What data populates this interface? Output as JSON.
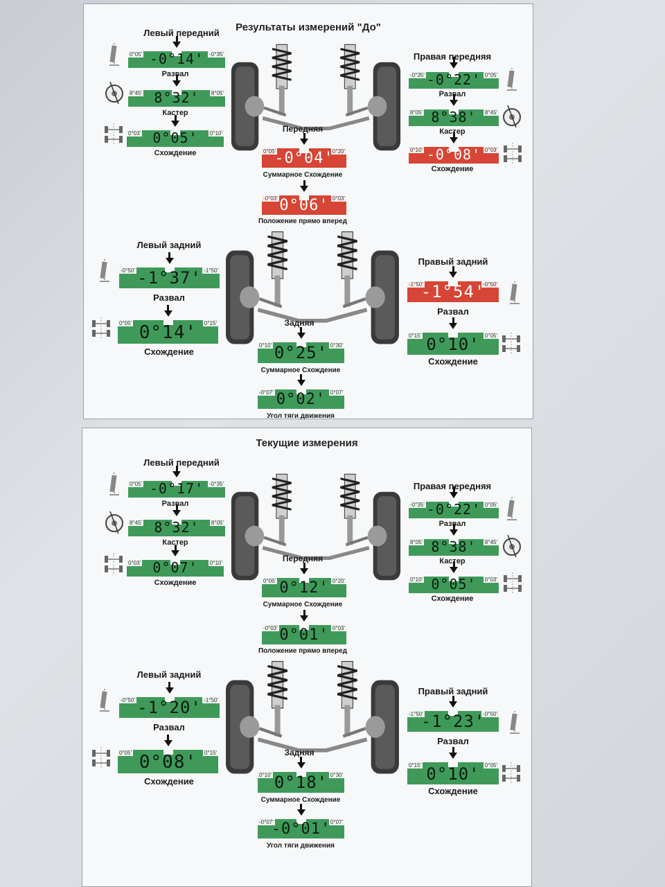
{
  "before": {
    "title": "Результаты измерений \"До\"",
    "front_label": "Передняя",
    "rear_label": "Задняя",
    "left_front": {
      "title": "Левый передний",
      "camber": {
        "min": "0°05'",
        "max": "-0°35'",
        "value": "-0°14'",
        "label": "Развал",
        "status": "ok"
      },
      "caster": {
        "min": "8°45'",
        "max": "8°05'",
        "value": "8°32'",
        "label": "Кастер",
        "status": "ok"
      },
      "toe": {
        "min": "0°03'",
        "max": "0°10'",
        "value": "0°05'",
        "label": "Схождение",
        "status": "ok"
      }
    },
    "right_front": {
      "title": "Правая передняя",
      "camber": {
        "min": "-0°35'",
        "max": "0°05'",
        "value": "-0°22'",
        "label": "Развал",
        "status": "ok"
      },
      "caster": {
        "min": "8°05'",
        "max": "8°45'",
        "value": "8°38'",
        "label": "Кастер",
        "status": "ok"
      },
      "toe": {
        "min": "0°10'",
        "max": "0°03'",
        "value": "-0°08'",
        "label": "Схождение",
        "status": "out"
      }
    },
    "front_total_toe": {
      "min": "0°05'",
      "max": "0°20'",
      "value": "-0°04'",
      "label": "Суммарное Схождение",
      "status": "out"
    },
    "straight_ahead": {
      "min": "-0°03'",
      "max": "0°03'",
      "value": "0°06'",
      "label": "Положение прямо вперед",
      "status": "out"
    },
    "left_rear": {
      "title": "Левый задний",
      "camber": {
        "min": "-0°50'",
        "max": "-1°50'",
        "value": "-1°37'",
        "label": "Развал",
        "status": "ok"
      },
      "toe": {
        "min": "0°05'",
        "max": "0°15'",
        "value": "0°14'",
        "label": "Схождение",
        "status": "ok"
      }
    },
    "right_rear": {
      "title": "Правый задний",
      "camber": {
        "min": "-1°50'",
        "max": "-0°50'",
        "value": "-1°54'",
        "label": "Развал",
        "status": "out"
      },
      "toe": {
        "min": "0°15'",
        "max": "0°05'",
        "value": "0°10'",
        "label": "Схождение",
        "status": "ok"
      }
    },
    "rear_total_toe": {
      "min": "0°10'",
      "max": "0°30'",
      "value": "0°25'",
      "label": "Суммарное Схождение",
      "status": "ok"
    },
    "thrust_angle": {
      "min": "-0°07'",
      "max": "0°07'",
      "value": "0°02'",
      "label": "Угол тяги движения",
      "status": "ok"
    }
  },
  "current": {
    "title": "Текущие измерения",
    "front_label": "Передняя",
    "rear_label": "Задняя",
    "left_front": {
      "title": "Левый передний",
      "camber": {
        "min": "0°05'",
        "max": "-0°35'",
        "value": "-0°17'",
        "label": "Развал",
        "status": "ok"
      },
      "caster": {
        "min": "8°45'",
        "max": "8°05'",
        "value": "8°32'",
        "label": "Кастер",
        "status": "ok"
      },
      "toe": {
        "min": "0°03'",
        "max": "0°10'",
        "value": "0°07'",
        "label": "Схождение",
        "status": "ok"
      }
    },
    "right_front": {
      "title": "Правая передняя",
      "camber": {
        "min": "-0°35'",
        "max": "0°05'",
        "value": "-0°22'",
        "label": "Развал",
        "status": "ok"
      },
      "caster": {
        "min": "8°05'",
        "max": "8°45'",
        "value": "8°38'",
        "label": "Кастер",
        "status": "ok"
      },
      "toe": {
        "min": "0°10'",
        "max": "0°03'",
        "value": "0°05'",
        "label": "Схождение",
        "status": "ok"
      }
    },
    "front_total_toe": {
      "min": "0°05'",
      "max": "0°20'",
      "value": "0°12'",
      "label": "Суммарное Схождение",
      "status": "ok"
    },
    "straight_ahead": {
      "min": "-0°03'",
      "max": "0°03'",
      "value": "0°01'",
      "label": "Положение прямо вперед",
      "status": "ok"
    },
    "left_rear": {
      "title": "Левый задний",
      "camber": {
        "min": "-0°50'",
        "max": "-1°50'",
        "value": "-1°20'",
        "label": "Развал",
        "status": "ok"
      },
      "toe": {
        "min": "0°05'",
        "max": "0°15'",
        "value": "0°08'",
        "label": "Схождение",
        "status": "ok"
      }
    },
    "right_rear": {
      "title": "Правый задний",
      "camber": {
        "min": "-1°50'",
        "max": "-0°50'",
        "value": "-1°23'",
        "label": "Развал",
        "status": "ok"
      },
      "toe": {
        "min": "0°15'",
        "max": "0°05'",
        "value": "0°10'",
        "label": "Схождение",
        "status": "ok"
      }
    },
    "rear_total_toe": {
      "min": "0°10'",
      "max": "0°30'",
      "value": "0°18'",
      "label": "Суммарное Схождение",
      "status": "ok"
    },
    "thrust_angle": {
      "min": "-0°07'",
      "max": "0°07'",
      "value": "-0°01'",
      "label": "Угол тяги движения",
      "status": "ok"
    }
  },
  "colors": {
    "ok": "#3f9a5a",
    "out": "#d64535"
  },
  "icons": [
    "camber-icon",
    "caster-icon",
    "toe-icon",
    "suspension-strut-icon",
    "wheel-icon",
    "car-axle-icon"
  ]
}
